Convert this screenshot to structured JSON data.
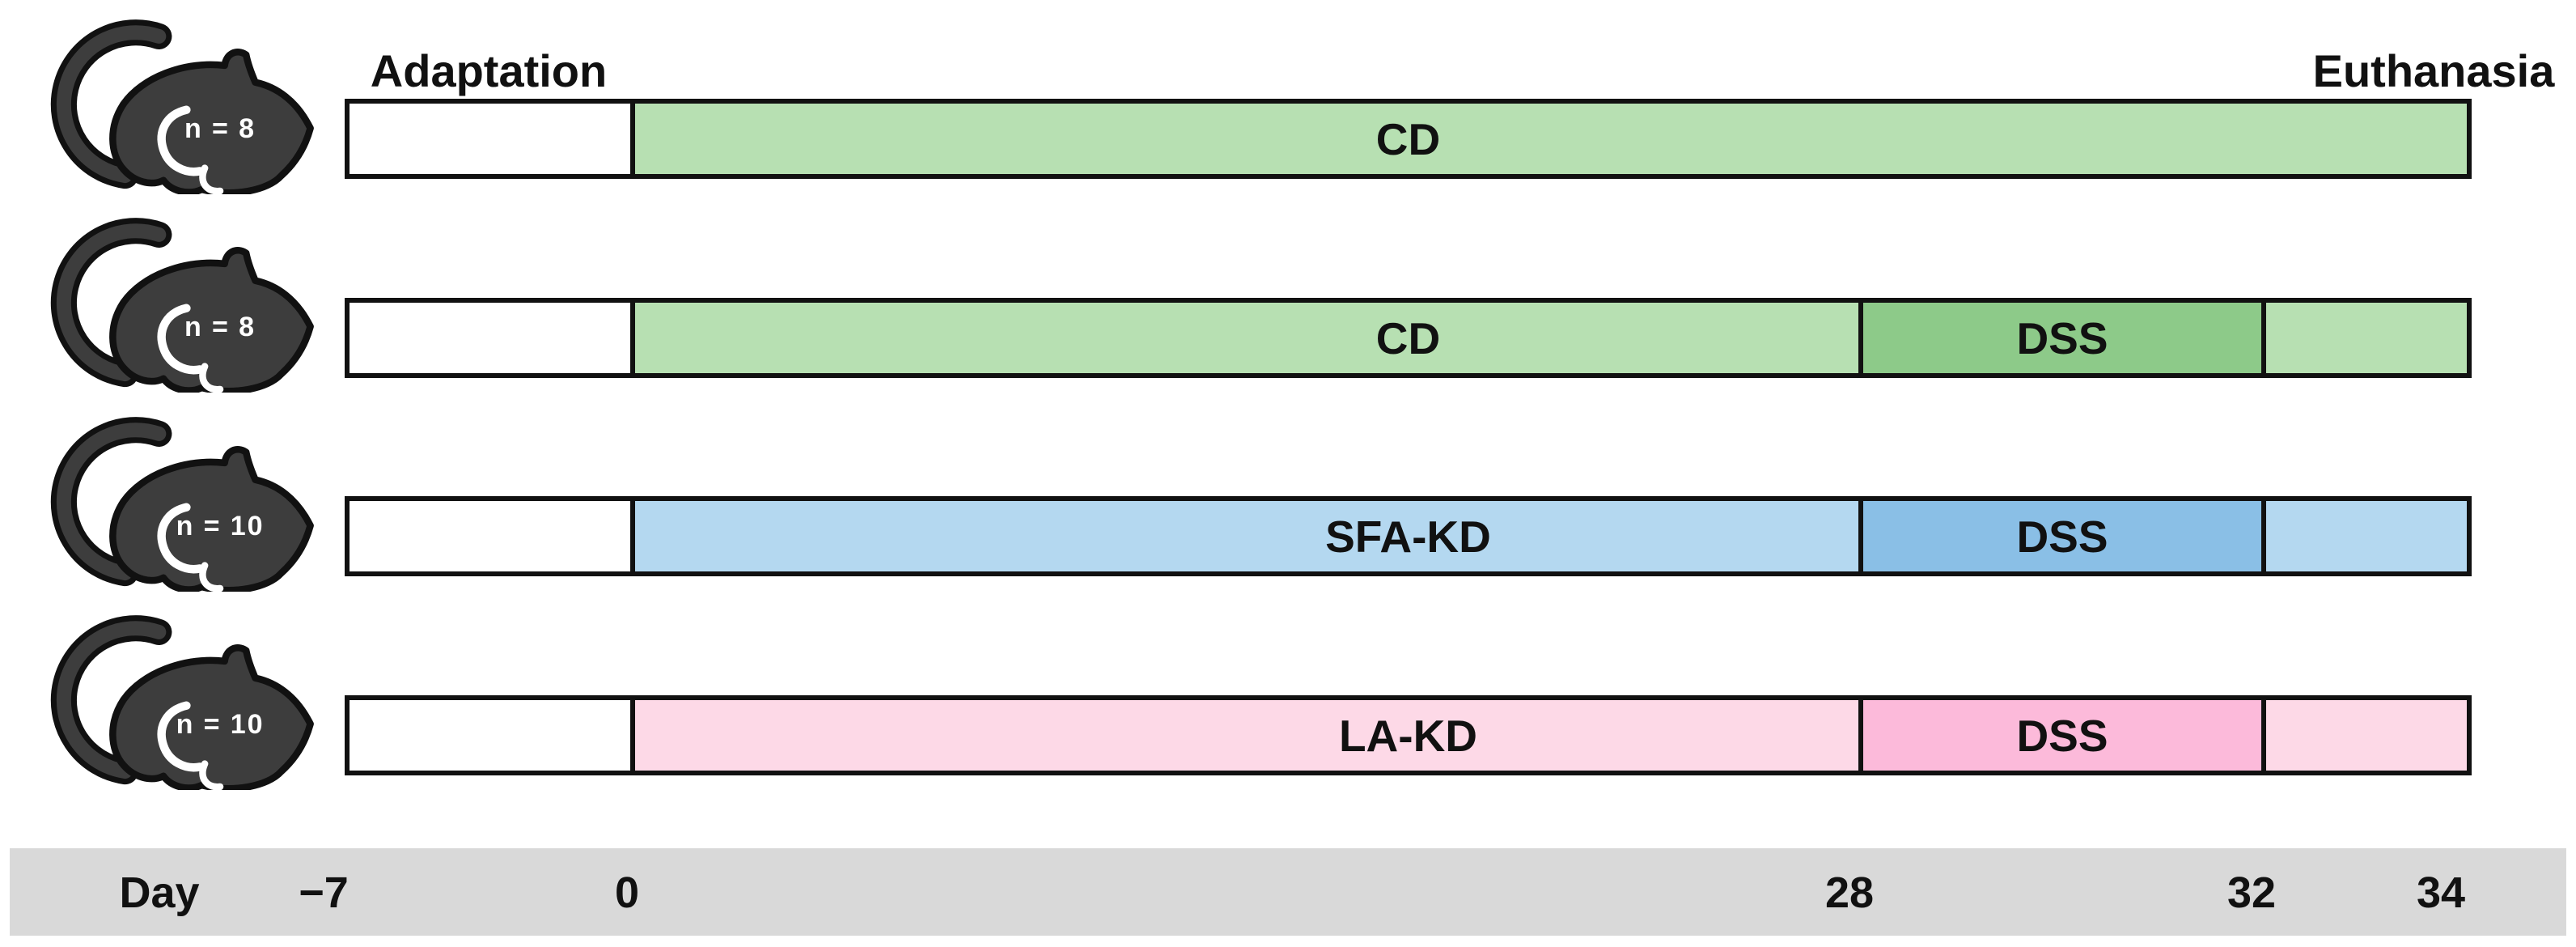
{
  "header": {
    "adaptation": "Adaptation",
    "euthanasia": "Euthanasia"
  },
  "groups": [
    {
      "n_label": "n = 8",
      "diet_label": "CD",
      "diet_from_day": 0,
      "diet_to_day": 34,
      "dss_label": null
    },
    {
      "n_label": "n = 8",
      "diet_label": "CD",
      "diet_from_day": 0,
      "diet_to_day": 28,
      "dss_label": "DSS",
      "dss_from_day": 28,
      "dss_to_day": 32,
      "post_dss_to_day": 34
    },
    {
      "n_label": "n = 10",
      "diet_label": "SFA-KD",
      "diet_from_day": 0,
      "diet_to_day": 28,
      "dss_label": "DSS",
      "dss_from_day": 28,
      "dss_to_day": 32,
      "post_dss_to_day": 34
    },
    {
      "n_label": "n = 10",
      "diet_label": "LA-KD",
      "diet_from_day": 0,
      "diet_to_day": 28,
      "dss_label": "DSS",
      "dss_from_day": 28,
      "dss_to_day": 32,
      "post_dss_to_day": 34
    }
  ],
  "timeline": {
    "adaptation_from_day": -7,
    "adaptation_to_day": 0,
    "euthanasia_day": 34
  },
  "axis": {
    "label": "Day",
    "ticks": [
      "−7",
      "0",
      "28",
      "32",
      "34"
    ]
  },
  "colors": {
    "cd_light": "#b7e0b2",
    "cd_dark": "#8dca89",
    "sfa_light": "#b4d8f0",
    "sfa_dark": "#8abfe6",
    "la_light": "#fdd9e7",
    "la_dark": "#fcbada",
    "axis_band": "#d9d9d9",
    "mouse_body": "#3d3d3d",
    "outline": "#111111"
  }
}
